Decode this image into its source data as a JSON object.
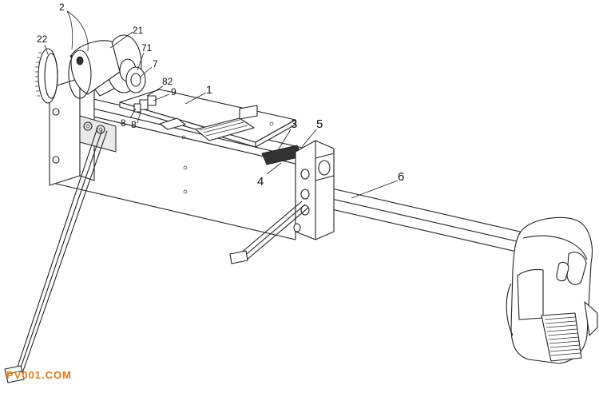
{
  "callouts": [
    {
      "id": "2",
      "text": "2"
    },
    {
      "id": "22",
      "text": "22"
    },
    {
      "id": "21",
      "text": "21"
    },
    {
      "id": "71",
      "text": "71"
    },
    {
      "id": "7",
      "text": "7"
    },
    {
      "id": "82",
      "text": "82"
    },
    {
      "id": "9",
      "text": "9"
    },
    {
      "id": "1",
      "text": "1"
    },
    {
      "id": "8a",
      "text": "8"
    },
    {
      "id": "8b",
      "text": "8"
    },
    {
      "id": "3",
      "text": "3"
    },
    {
      "id": "5",
      "text": "5"
    },
    {
      "id": "4",
      "text": "4"
    },
    {
      "id": "6",
      "text": "6"
    }
  ],
  "watermark": "PV001.COM",
  "colors": {
    "line": "#222222",
    "watermark": "#e07a1f",
    "background": "#ffffff"
  }
}
